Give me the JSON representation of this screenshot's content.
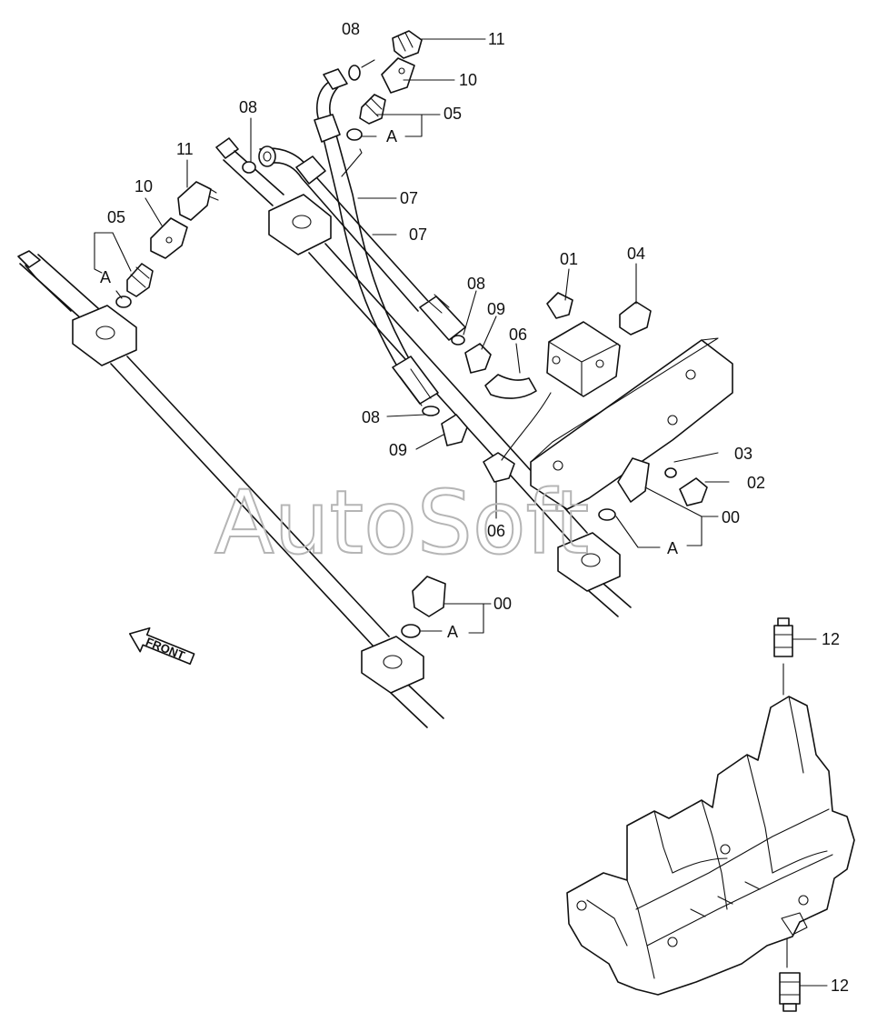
{
  "watermark": "AutoSoft",
  "front_marker": "FRONT",
  "callouts": {
    "c00a": "00",
    "c00b": "00",
    "c01": "01",
    "c02": "02",
    "c03": "03",
    "c04": "04",
    "c05a": "05",
    "c05b": "05",
    "c06a": "06",
    "c06b": "06",
    "c07a": "07",
    "c07b": "07",
    "c08a": "08",
    "c08b": "08",
    "c08c": "08",
    "c08d": "08",
    "c09a": "09",
    "c09b": "09",
    "c10a": "10",
    "c10b": "10",
    "c11a": "11",
    "c11b": "11",
    "c12a": "12",
    "c12b": "12",
    "aA1": "A",
    "aA2": "A",
    "aA3": "A",
    "aA4": "A"
  }
}
